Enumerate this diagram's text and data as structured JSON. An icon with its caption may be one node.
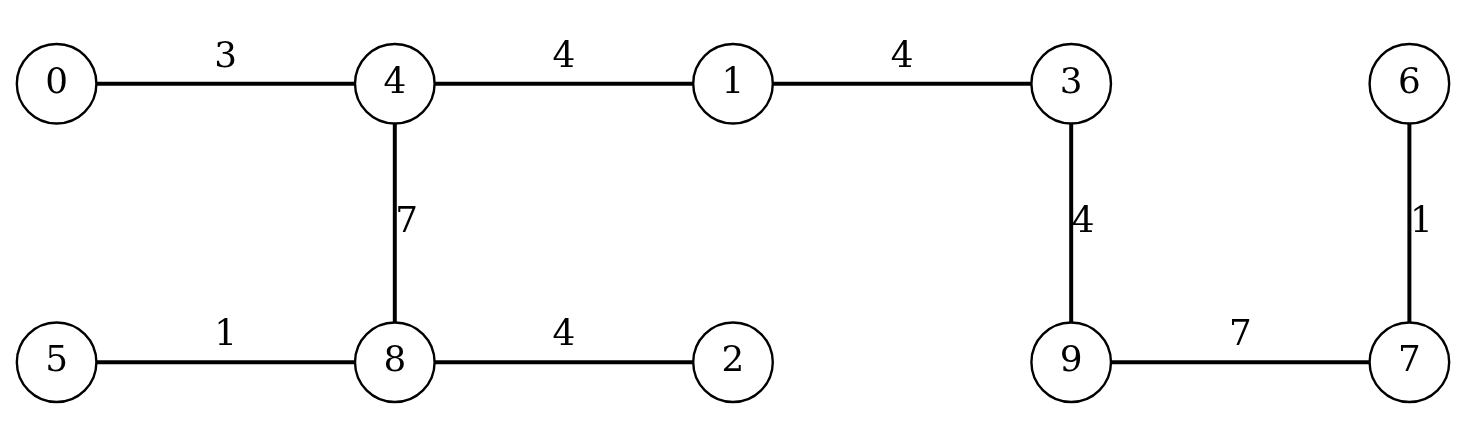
{
  "diagram": {
    "nodes": [
      {
        "text": [
          "0"
        ]
      },
      {
        "text": [
          "4"
        ]
      },
      {
        "text": [
          "1"
        ]
      },
      {
        "text": [
          "3"
        ]
      },
      {
        "text": [
          "6"
        ]
      },
      {
        "text": [
          "5"
        ]
      },
      {
        "text": [
          "8"
        ]
      },
      {
        "text": [
          "2"
        ]
      },
      {
        "text": [
          "9"
        ]
      },
      {
        "text": [
          "7"
        ]
      }
    ],
    "edges": [
      {
        "from": 0,
        "to": 1,
        "arrow": "none",
        "label": "3"
      },
      {
        "from": 1,
        "to": 2,
        "arrow": "none",
        "label": "4"
      },
      {
        "from": 2,
        "to": 3,
        "arrow": "none",
        "label": "4"
      },
      {
        "from": 1,
        "to": 6,
        "arrow": "none",
        "label": "7"
      },
      {
        "from": 3,
        "to": 8,
        "arrow": "none",
        "label": "4"
      },
      {
        "from": 4,
        "to": 9,
        "arrow": "none",
        "label": "1"
      },
      {
        "from": 5,
        "to": 6,
        "arrow": "none",
        "label": "1"
      },
      {
        "from": 6,
        "to": 7,
        "arrow": "none",
        "label": "4"
      },
      {
        "from": 8,
        "to": 9,
        "arrow": "none",
        "label": "7"
      }
    ]
  }
}
